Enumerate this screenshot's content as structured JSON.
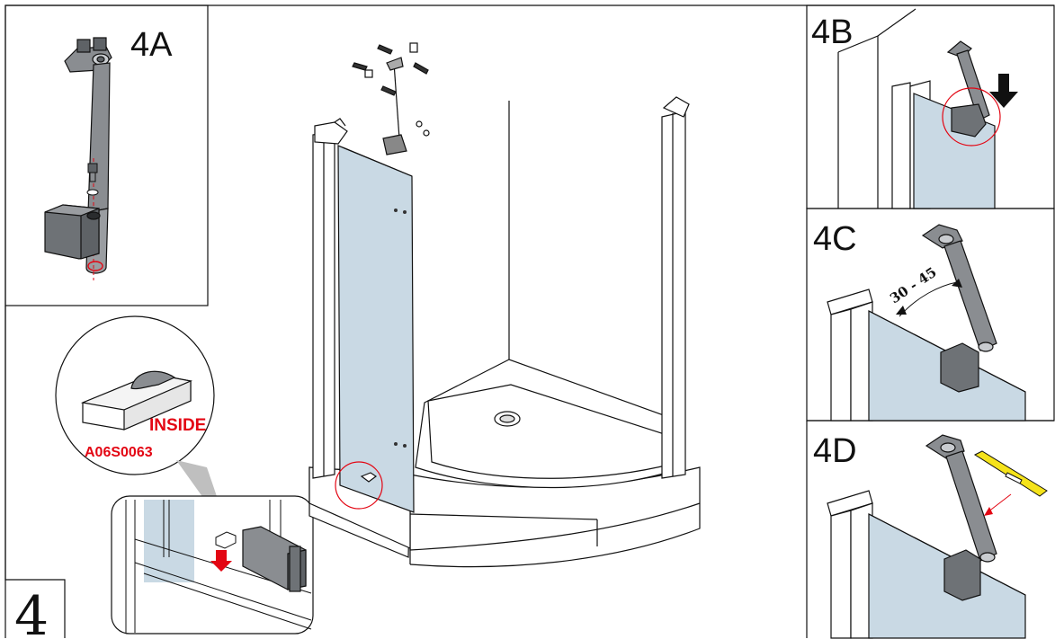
{
  "step": {
    "number": "4"
  },
  "panels": {
    "a": {
      "label": "4A"
    },
    "b": {
      "label": "4B"
    },
    "c": {
      "label": "4C",
      "angle_text": "30 - 45"
    },
    "d": {
      "label": "4D"
    }
  },
  "callout": {
    "inside_label": "INSIDE",
    "part_code": "A06S0063"
  },
  "colors": {
    "line": "#111111",
    "glass": "#c9d9e4",
    "metal": "#8a8d91",
    "metal_dark": "#5e6266",
    "highlight": "#e30613",
    "level": "#f5e31a"
  }
}
